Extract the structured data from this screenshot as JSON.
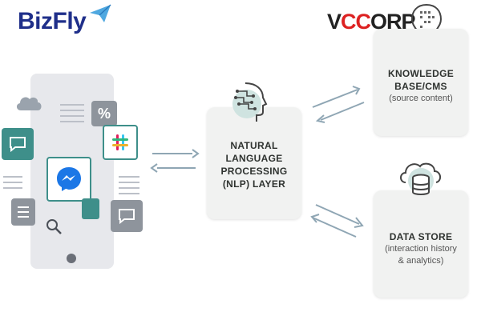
{
  "logos": {
    "bizfly": "BizFly",
    "vccorp_prefix": "V",
    "vccorp_cc": "CC",
    "vccorp_suffix": "ORP"
  },
  "nlp": {
    "title": "NATURAL LANGUAGE PROCESSING (NLP) LAYER"
  },
  "knowledge": {
    "title": "KNOWLEDGE BASE/CMS",
    "sub": "(source content)"
  },
  "datastore": {
    "title": "DATA STORE",
    "sub": "(interaction history & analytics)"
  },
  "colors": {
    "teal": "#3e8f8a",
    "arrow": "#8fa6b4",
    "brand": "#1f2f8a",
    "messenger": "#1c77e6"
  }
}
